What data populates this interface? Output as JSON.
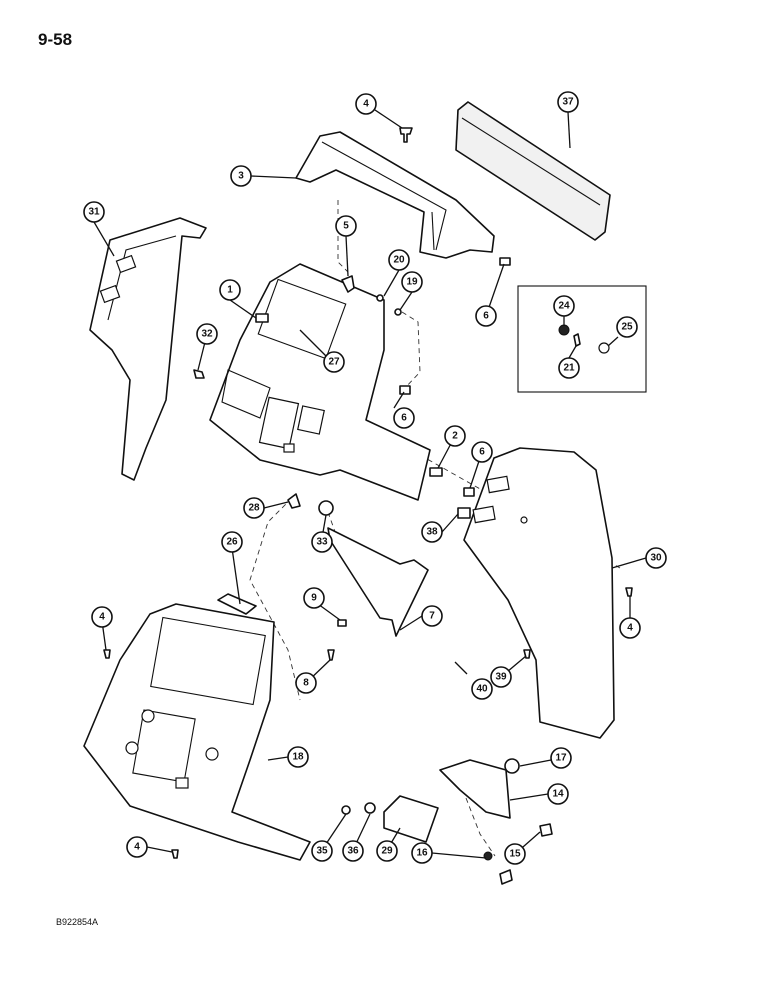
{
  "page_number": "9-58",
  "figure_code": "B922854A",
  "callouts": [
    "4",
    "37",
    "3",
    "31",
    "5",
    "20",
    "19",
    "1",
    "6",
    "24",
    "25",
    "32",
    "27",
    "21",
    "6",
    "2",
    "6",
    "28",
    "33",
    "38",
    "26",
    "30",
    "9",
    "7",
    "4",
    "4",
    "8",
    "39",
    "40",
    "18",
    "17",
    "14",
    "4",
    "35",
    "36",
    "29",
    "16",
    "15"
  ]
}
